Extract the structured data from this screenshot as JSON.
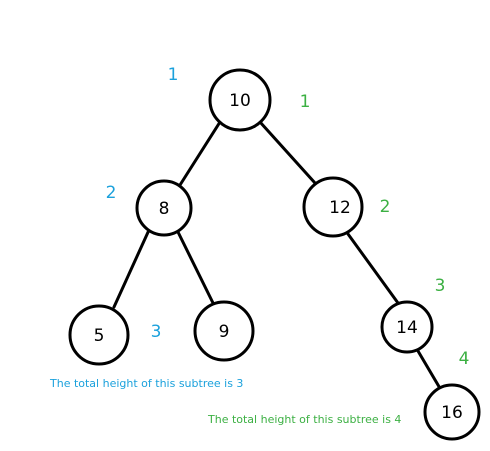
{
  "colors": {
    "blue": "#1ba1dc",
    "green": "#3cb043",
    "stroke": "#000000"
  },
  "nodes": {
    "n10": "10",
    "n8": "8",
    "n12": "12",
    "n5": "5",
    "n9": "9",
    "n14": "14",
    "n16": "16"
  },
  "left_heights": {
    "l1": "1",
    "l2": "2",
    "l3": "3"
  },
  "right_heights": {
    "r1": "1",
    "r2": "2",
    "r3": "3",
    "r4": "4"
  },
  "captions": {
    "left": "The total height of this subtree is 3",
    "right": "The total height of this subtree is 4"
  }
}
